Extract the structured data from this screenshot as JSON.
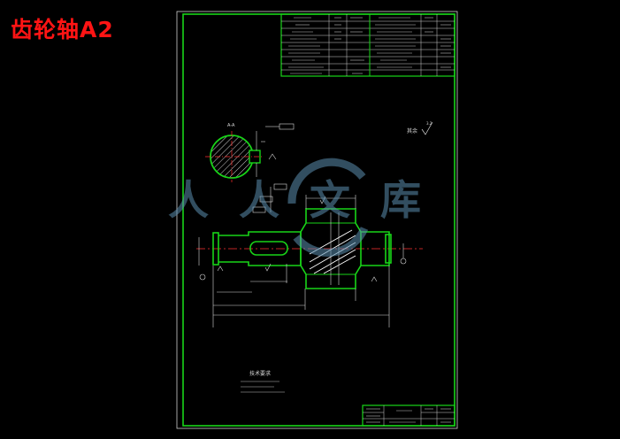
{
  "page_title": "齿轮轴A2",
  "watermark": "人人文库",
  "section_label": "A-A",
  "roughness_note": "其余",
  "roughness_value": "3.2",
  "tech_requirements": {
    "heading": "技术要求"
  },
  "colors": {
    "title": "#ff1414",
    "frame": "#18d418",
    "line": "#e6e6e6",
    "dim": "#d8d8d8",
    "hatch": "#ffffff",
    "center": "#ff3030",
    "watermark": "#5b8fb0"
  }
}
